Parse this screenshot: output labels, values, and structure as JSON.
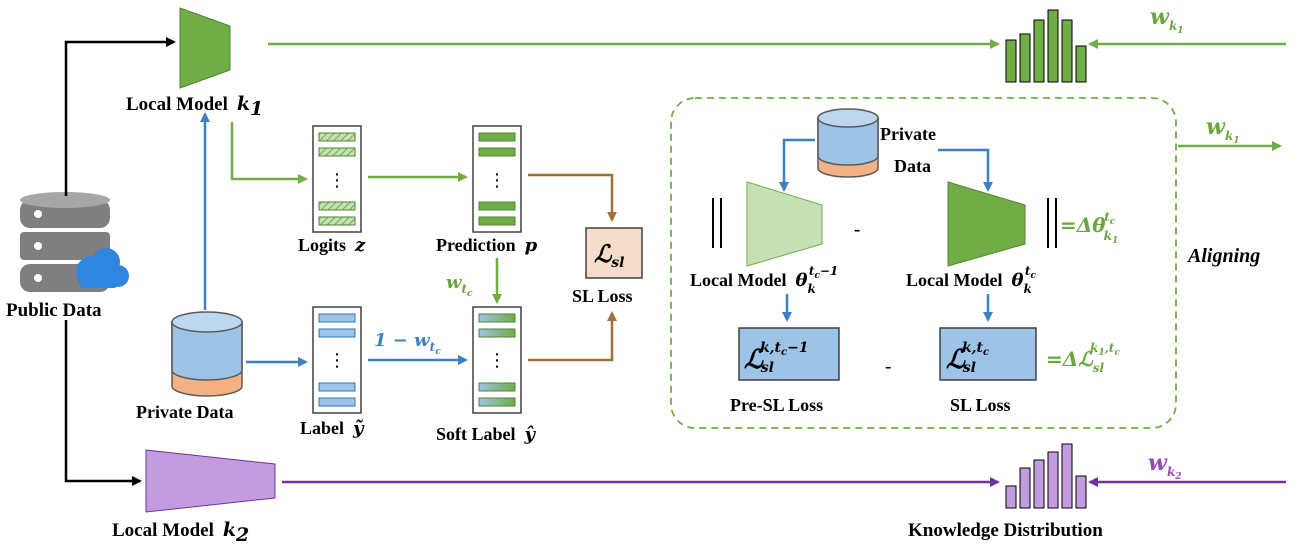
{
  "labels": {
    "public_data": "Public Data",
    "private_data": "Private Data",
    "local_model_k1": "Local Model",
    "local_model_k1_sym": "k",
    "local_model_k1_sub": "1",
    "local_model_k2": "Local Model",
    "local_model_k2_sym": "k",
    "local_model_k2_sub": "2",
    "logits": "Logits",
    "logits_sym": "z",
    "prediction": "Prediction",
    "prediction_sym": "p",
    "label": "Label",
    "label_sym": "ỹ",
    "soft_label": "Soft Label",
    "soft_label_sym": "ŷ",
    "sl_loss": "SL Loss",
    "sl_loss_sym": "ℒ",
    "sl_loss_sub": "sl",
    "w_tc": "w",
    "w_tc_sub": "t",
    "w_tc_subsub": "c",
    "one_minus": "1 − w",
    "private_data_inner_1": "Private",
    "private_data_inner_2": "Data",
    "lm_theta_prev": "Local Model",
    "lm_theta": "Local Model",
    "theta_sym": "θ",
    "theta_sub": "k",
    "theta_sup_prev": "t",
    "theta_sup_prev_c": "c",
    "theta_sup_prev_m1": "−1",
    "theta_sup": "t",
    "theta_sup_c": "c",
    "minus_sign": "-",
    "eq_delta_theta": "=Δθ",
    "delta_theta_sub": "k",
    "delta_theta_subsub": "1",
    "delta_theta_sup": "t",
    "delta_theta_supsub": "c",
    "pre_sl_loss": "Pre-SL Loss",
    "sl_loss_inner": "SL Loss",
    "loss_prev_sup": "k,t",
    "loss_prev_sup_c": "c",
    "loss_prev_sup_m1": "−1",
    "loss_sup": "k,t",
    "loss_sup_c": "c",
    "eq_delta_loss": "=Δℒ",
    "delta_loss_sup": "k",
    "delta_loss_sup_sub": "1",
    "delta_loss_sup_rest": ",t",
    "delta_loss_sup_c": "c",
    "delta_loss_sub": "sl",
    "aligning": "Aligning",
    "w_k1_top": "w",
    "w_k1_mid": "w",
    "w_k2": "w",
    "w_sub_k": "k",
    "w_sub_1": "1",
    "w_sub_2": "2",
    "knowledge_distribution": "Knowledge Distribution",
    "dots": "⋮"
  },
  "icons": {
    "public_data": "database-cloud-icon",
    "private_data": "cylinder-database-icon",
    "histogram": "histogram-icon"
  },
  "colors": {
    "green": "#70ad47",
    "green_light": "#c5e0b4",
    "green_text": "#6aa53f",
    "blue": "#3f7fc3",
    "blue_fill": "#9dc3e6",
    "purple": "#7030a0",
    "purple_fill": "#c39ce0",
    "brown": "#a0703c",
    "orange": "#f4b183",
    "sl_box": "#f6dccb"
  }
}
